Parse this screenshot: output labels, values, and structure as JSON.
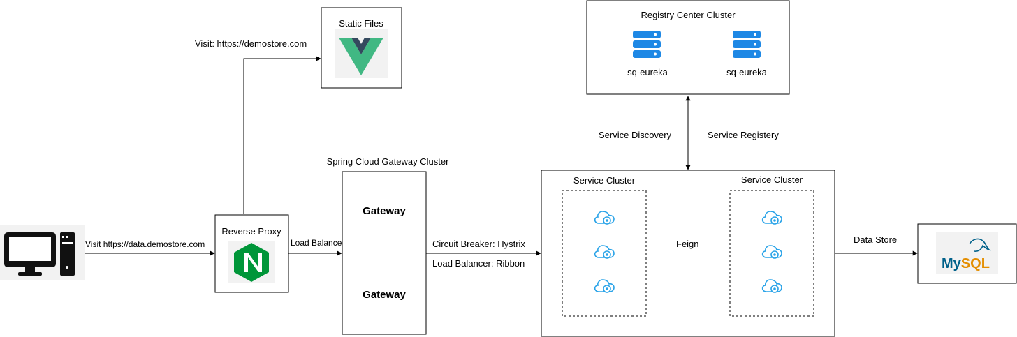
{
  "labels": {
    "static_files": "Static Files",
    "visit_demostore": "Visit: https://demostore.com",
    "visit_data": "Visit https://data.demostore.com",
    "reverse_proxy": "Reverse Proxy",
    "load_balance": "Load Balance",
    "gateway_cluster": "Spring Cloud Gateway Cluster",
    "gateway_1": "Gateway",
    "gateway_2": "Gateway",
    "circuit_breaker": "Circuit Breaker: Hystrix",
    "load_balancer": "Load Balancer: Ribbon",
    "registry_cluster": "Registry Center Cluster",
    "eureka_1": "sq-eureka",
    "eureka_2": "sq-eureka",
    "service_discovery": "Service Discovery",
    "service_registery": "Service Registery",
    "service_cluster_1": "Service Cluster",
    "service_cluster_2": "Service Cluster",
    "feign": "Feign",
    "data_store": "Data Store",
    "mysql_logo": "MySQL"
  },
  "colors": {
    "vue_green": "#41b883",
    "vue_dark": "#34495e",
    "nginx_green": "#009639",
    "eureka_blue": "#1e88e5",
    "cloud_blue": "#29a3e8",
    "mysql_blue": "#00618a",
    "mysql_orange": "#e48e00"
  },
  "icons": [
    "computer-icon",
    "vue-logo-icon",
    "nginx-logo-icon",
    "server-icon",
    "cloud-service-icon",
    "mysql-logo-icon"
  ]
}
